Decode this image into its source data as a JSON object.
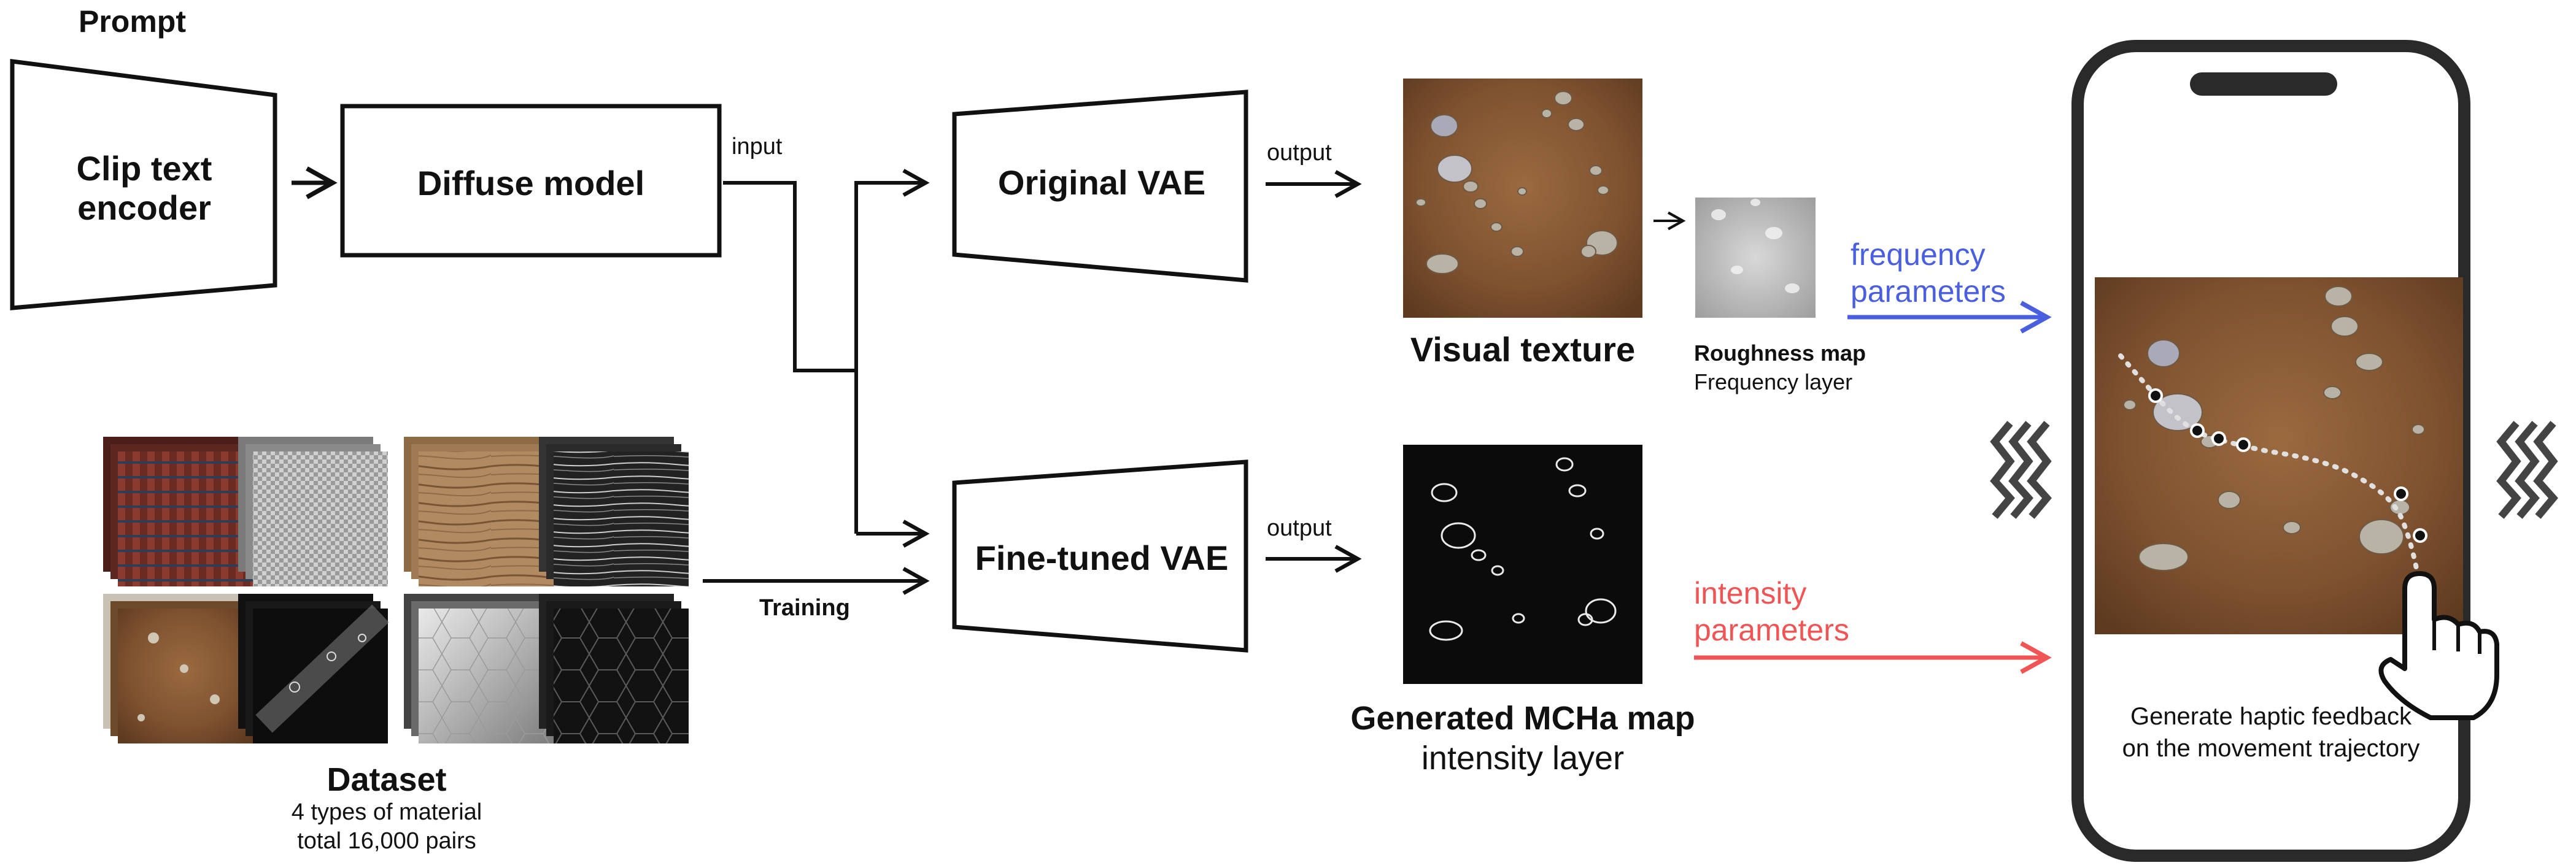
{
  "prompt_label": "Prompt",
  "clip_label": "Clip text\nencoder",
  "diffuse_label": "Diffuse model",
  "input_label": "input",
  "original_vae_label": "Original VAE",
  "finetuned_vae_label": "Fine-tuned VAE",
  "output_top_label": "output",
  "output_bottom_label": "output",
  "training_label": "Training",
  "visual_texture_label": "Visual texture",
  "roughness_title": "Roughness map",
  "roughness_sub": "Frequency layer",
  "mcha_title": "Generated MCHa map",
  "mcha_sub": "intensity layer",
  "dataset_title": "Dataset",
  "dataset_line1": "4 types of material",
  "dataset_line2": "total 16,000 pairs",
  "frequency_params": "frequency\nparameters",
  "intensity_params": "intensity\nparameters",
  "phone_caption": "Generate haptic feedback\non the movement trajectory",
  "colors": {
    "frequency": "#4a5fe0",
    "intensity": "#f05454",
    "soil": "#8a5a33",
    "stroke": "#111111"
  }
}
